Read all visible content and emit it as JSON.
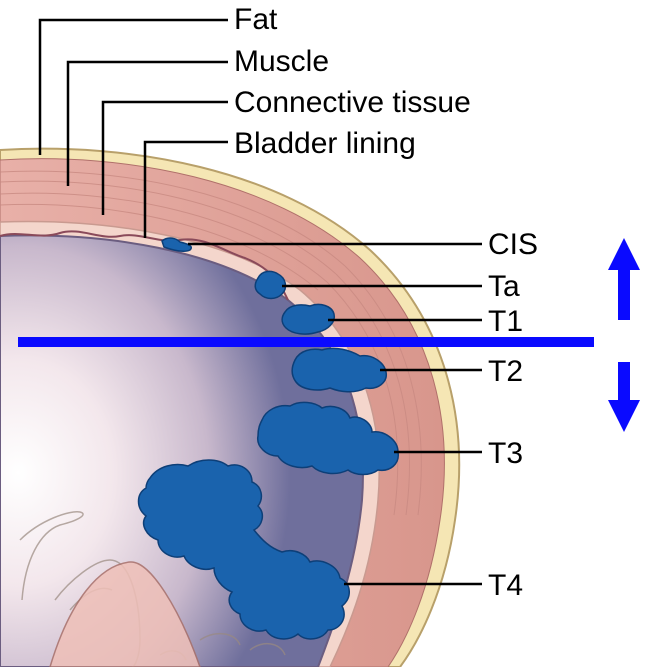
{
  "layer_labels": {
    "fat": "Fat",
    "muscle": "Muscle",
    "connective": "Connective tissue",
    "lining": "Bladder lining"
  },
  "stage_labels": {
    "cis": "CIS",
    "ta": "Ta",
    "t1": "T1",
    "t2": "T2",
    "t3": "T3",
    "t4": "T4"
  },
  "colors": {
    "divider": "#0a0aff",
    "arrows": "#0a0aff",
    "tumor": "#1a63ad",
    "tumor_outline": "#0d3f78",
    "fat": "#f5e6b4",
    "muscle": "#e2a8a0",
    "connective": "#f4d6cc",
    "lumen": "#7d7fa8"
  },
  "icons": {
    "up": "arrow-up-icon",
    "down": "arrow-down-icon"
  }
}
